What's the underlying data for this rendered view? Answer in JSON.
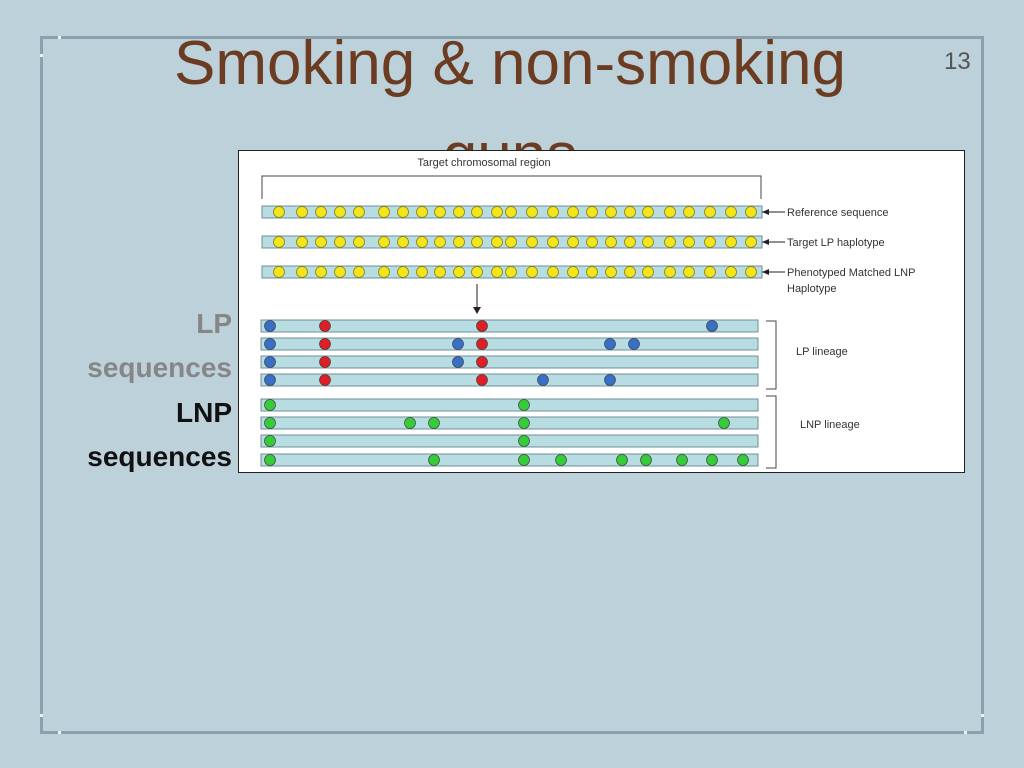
{
  "slide": {
    "title": "Smoking & non-smoking guns",
    "slide_number": "13"
  },
  "side_labels": {
    "lp": {
      "line1": "LP",
      "line2": "sequences"
    },
    "lnp": {
      "line1": "LNP",
      "line2": "sequences"
    }
  },
  "figure": {
    "region_label": "Target chromosomal region",
    "top_rows": [
      {
        "label_lines": [
          "Reference sequence"
        ]
      },
      {
        "label_lines": [
          "Target LP haplotype"
        ]
      },
      {
        "label_lines": [
          "Phenotyped Matched LNP",
          "Haplotype"
        ]
      }
    ],
    "lineage_labels": {
      "lp": "LP lineage",
      "lnp": "LNP lineage"
    },
    "colors": {
      "bar_fill": "#b7dde2",
      "yellow": "#f2e61a",
      "red": "#e01e25",
      "blue": "#3a6fc8",
      "green": "#35cc37"
    }
  }
}
